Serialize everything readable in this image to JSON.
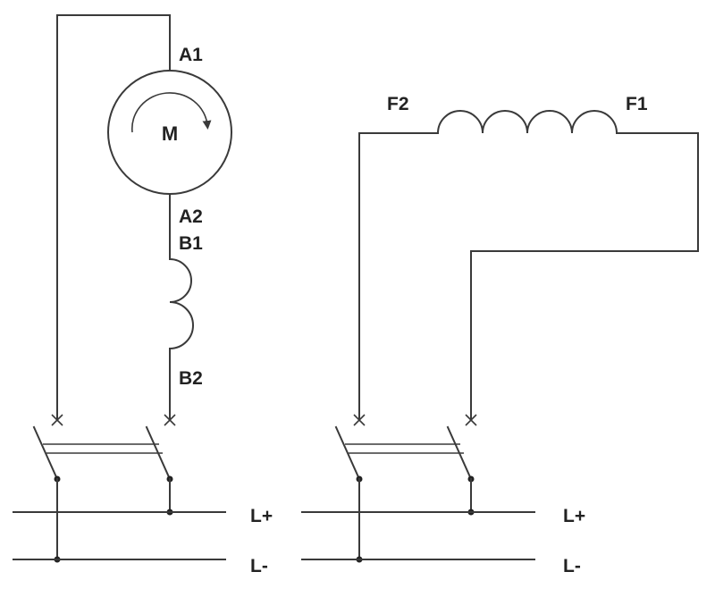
{
  "motor": {
    "symbol": "M",
    "terminal_top": "A1",
    "terminal_bottom": "A2"
  },
  "series_winding": {
    "terminal_top": "B1",
    "terminal_bottom": "B2"
  },
  "field_winding": {
    "terminal_left": "F2",
    "terminal_right": "F1"
  },
  "supply": {
    "left": {
      "positive": "L+",
      "negative": "L-"
    },
    "right": {
      "positive": "L+",
      "negative": "L-"
    }
  },
  "colors": {
    "line": "#3a3a3a",
    "text": "#222222",
    "background": "#ffffff"
  }
}
